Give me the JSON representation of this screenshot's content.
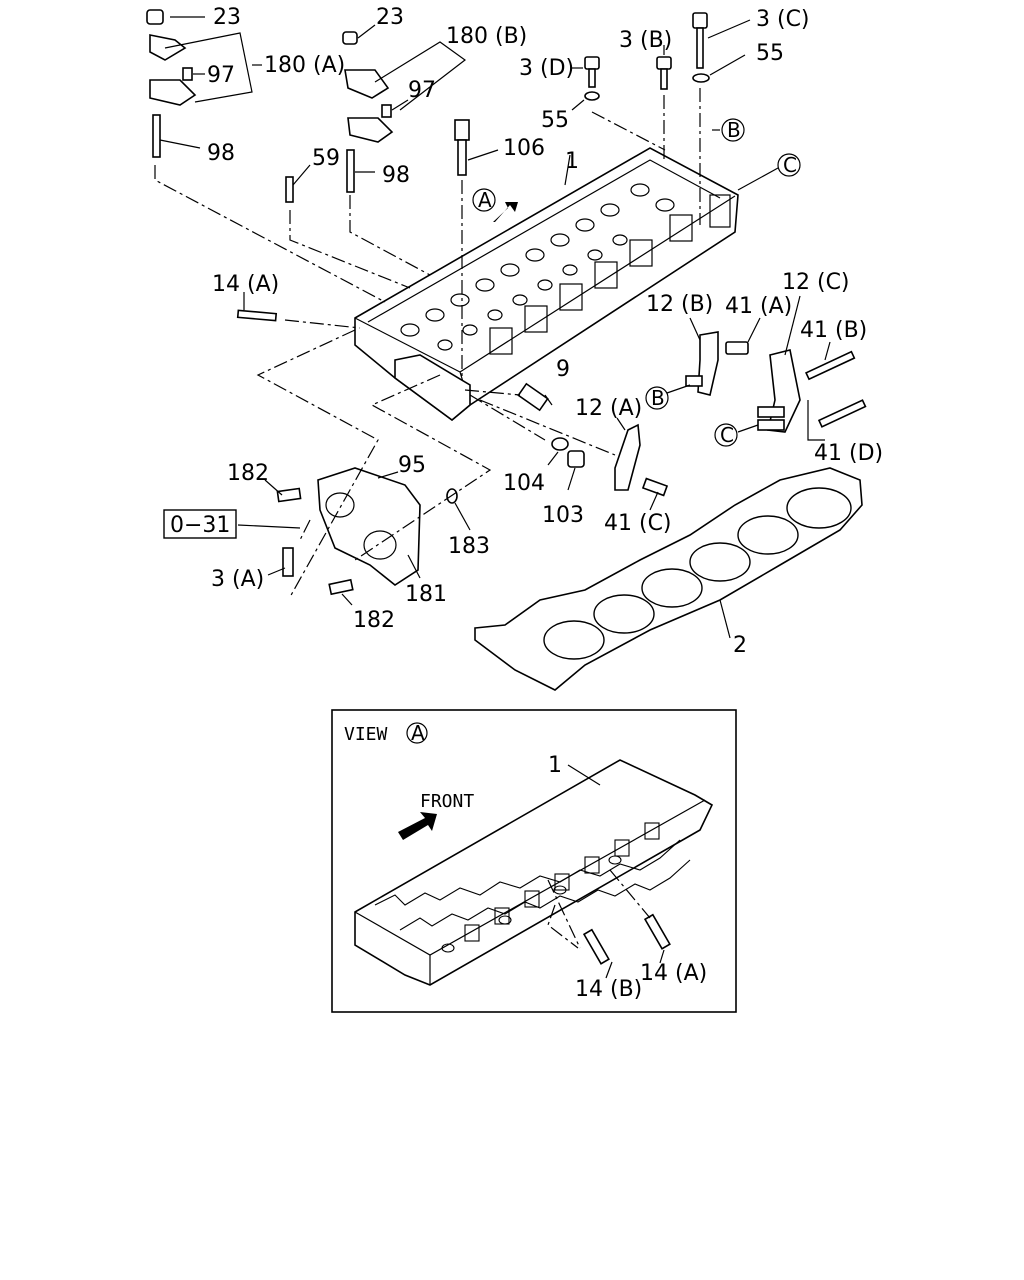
{
  "labels": {
    "l23a": "23",
    "l23b": "23",
    "l180a": "180 (A)",
    "l180b": "180 (B)",
    "l97a": "97",
    "l97b": "97",
    "l98a": "98",
    "l98b": "98",
    "l3d": "3 (D)",
    "l3b": "3 (B)",
    "l3c": "3 (C)",
    "l3a": "3 (A)",
    "l55a": "55",
    "l55b": "55",
    "l59": "59",
    "l106": "106",
    "l1": "1",
    "lB": "B",
    "lC": "C",
    "lA": "A",
    "l14a": "14 (A)",
    "l12b": "12 (B)",
    "l41a": "41 (A)",
    "l12c": "12 (C)",
    "l41b": "41 (B)",
    "l9": "9",
    "l12a": "12 (A)",
    "lB2": "B",
    "lC2": "C",
    "l41d": "41 (D)",
    "l182a": "182",
    "l95": "95",
    "l104": "104",
    "l103": "103",
    "l41c": "41 (C)",
    "ref031": "0−31",
    "l183": "183",
    "l181": "181",
    "l182b": "182",
    "l2": "2"
  },
  "view": {
    "title": "VIEW",
    "circle": "A",
    "front": "FRONT",
    "l1": "1",
    "l14b": "14 (B)",
    "l14a": "14 (A)"
  }
}
